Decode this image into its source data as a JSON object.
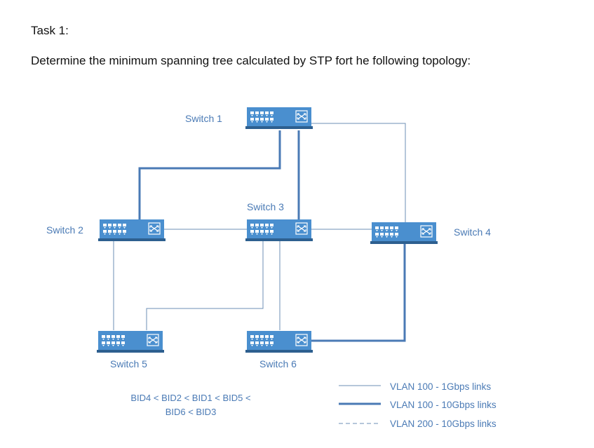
{
  "task": {
    "title": "Task 1:",
    "description": "Determine the minimum spanning tree calculated by STP fort he following topology:"
  },
  "switches": {
    "s1": "Switch 1",
    "s2": "Switch 2",
    "s3": "Switch 3",
    "s4": "Switch 4",
    "s5": "Switch 5",
    "s6": "Switch 6"
  },
  "bid_note": {
    "line1": "BID4 < BID2 < BID1 < BID5 <",
    "line2": "BID6 < BID3"
  },
  "legend": {
    "thin": "VLAN 100 - 1Gbps links",
    "thick": "VLAN 100 - 10Gbps links",
    "dashed": "VLAN 200 - 10Gbps links"
  },
  "colors": {
    "switch": "#4a8fcf",
    "link": "#4a7ab5",
    "label": "#4a7ab5"
  },
  "icons": {
    "switch": "network-switch-icon"
  }
}
